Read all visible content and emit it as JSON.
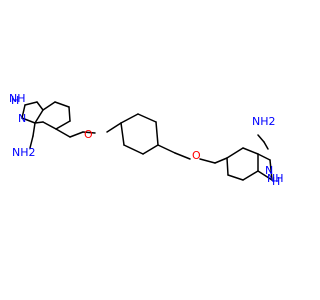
{
  "colors": {
    "background": "#ffffff",
    "bond": "#000000",
    "oxygen": "#ff0000",
    "nitrogen": "#0000ff"
  },
  "labels": {
    "nh_left": "NH",
    "h_left": "H",
    "n_left": "N",
    "nh2_left": "NH2",
    "o_left": "O",
    "o_right": "O",
    "nh2_right": "NH2",
    "nh_right": "NH",
    "n_right": "N",
    "h_right": "H"
  }
}
